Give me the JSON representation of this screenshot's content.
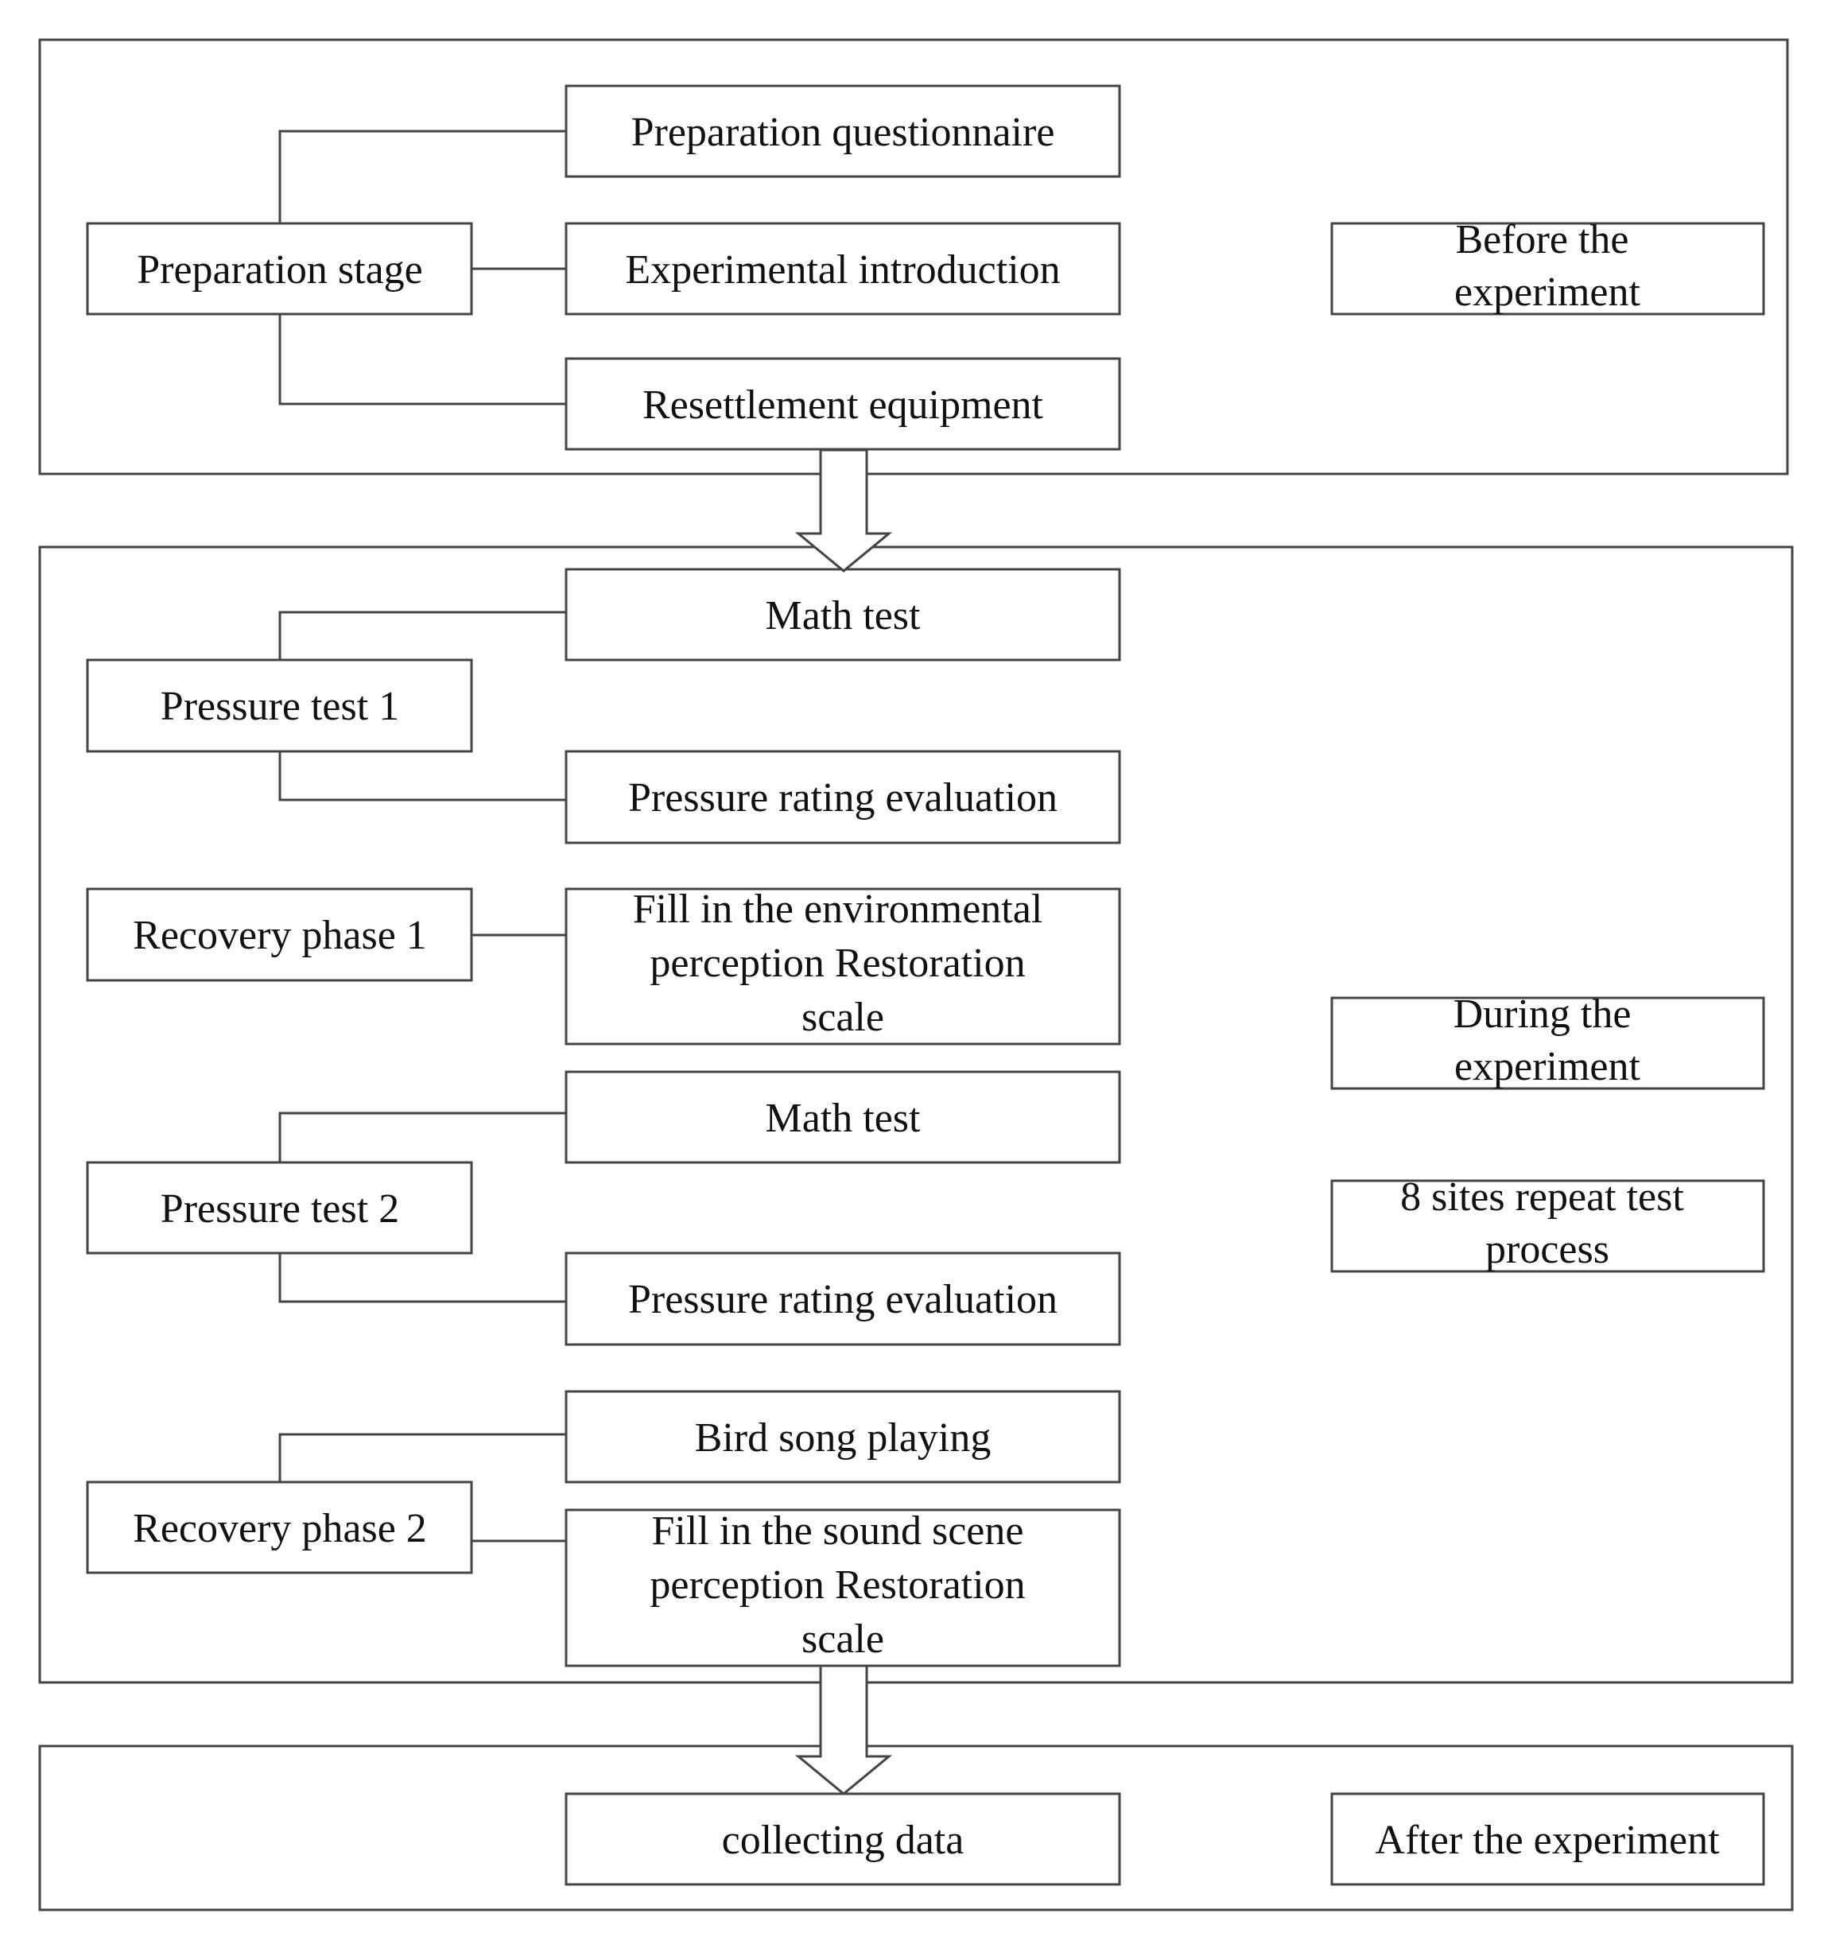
{
  "sections": [
    {
      "id": "before",
      "stage_label": "Before the experiment",
      "groups": [
        {
          "name": "Preparation stage",
          "steps": [
            "Preparation questionnaire",
            "Experimental introduction",
            "Resettlement equipment"
          ]
        }
      ]
    },
    {
      "id": "during",
      "stage_label": "During the experiment",
      "note": "8 sites repeat test process",
      "groups": [
        {
          "name": "Pressure test 1",
          "steps": [
            "Math test",
            "Pressure rating evaluation"
          ]
        },
        {
          "name": "Recovery phase 1",
          "steps": [
            "Fill in the environmental perception Restoration scale"
          ]
        },
        {
          "name": "Pressure test 2",
          "steps": [
            "Math test",
            "Pressure rating evaluation"
          ]
        },
        {
          "name": "Recovery phase 2",
          "steps": [
            "Bird song playing",
            "Fill in the sound scene perception Restoration scale"
          ]
        }
      ]
    },
    {
      "id": "after",
      "stage_label": "After the experiment",
      "groups": [
        {
          "name": "",
          "steps": [
            "collecting data"
          ]
        }
      ]
    }
  ]
}
